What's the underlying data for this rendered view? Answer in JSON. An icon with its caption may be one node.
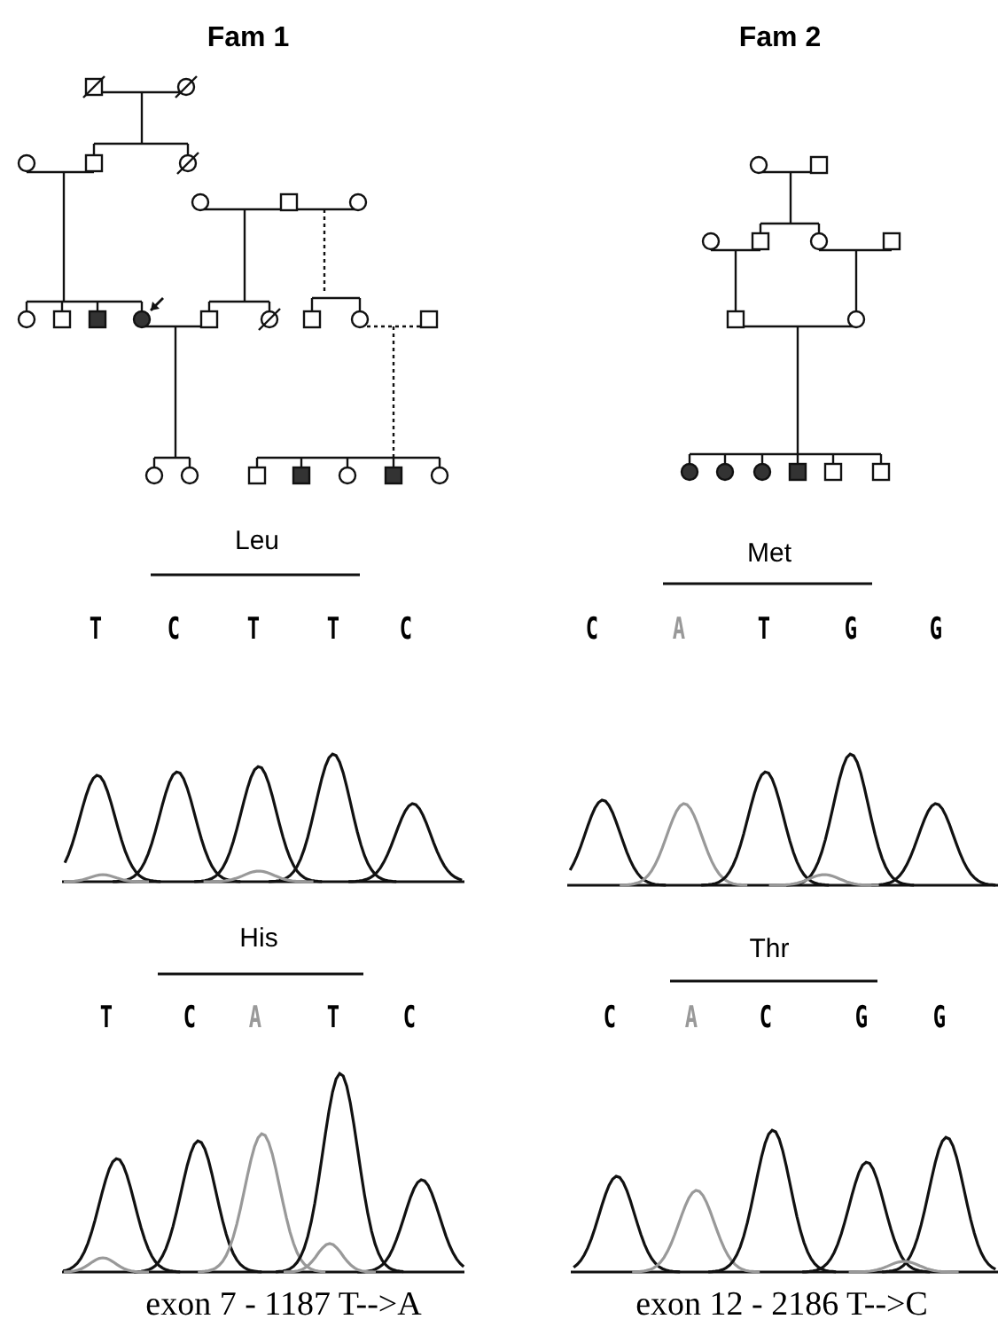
{
  "diagram": {
    "labels": [
      "Fam 1",
      "Fam 2",
      "Leu",
      "Met",
      "T",
      "C",
      "T",
      "T",
      "C",
      "C",
      "A",
      "T",
      "G",
      "G",
      "His",
      "Thr",
      "T",
      "C",
      "A",
      "T",
      "C",
      "C",
      "A",
      "C",
      "G",
      "G",
      "exon 7 - 1187 T-->A",
      "exon 12 - 2186 T-->C"
    ]
  }
}
